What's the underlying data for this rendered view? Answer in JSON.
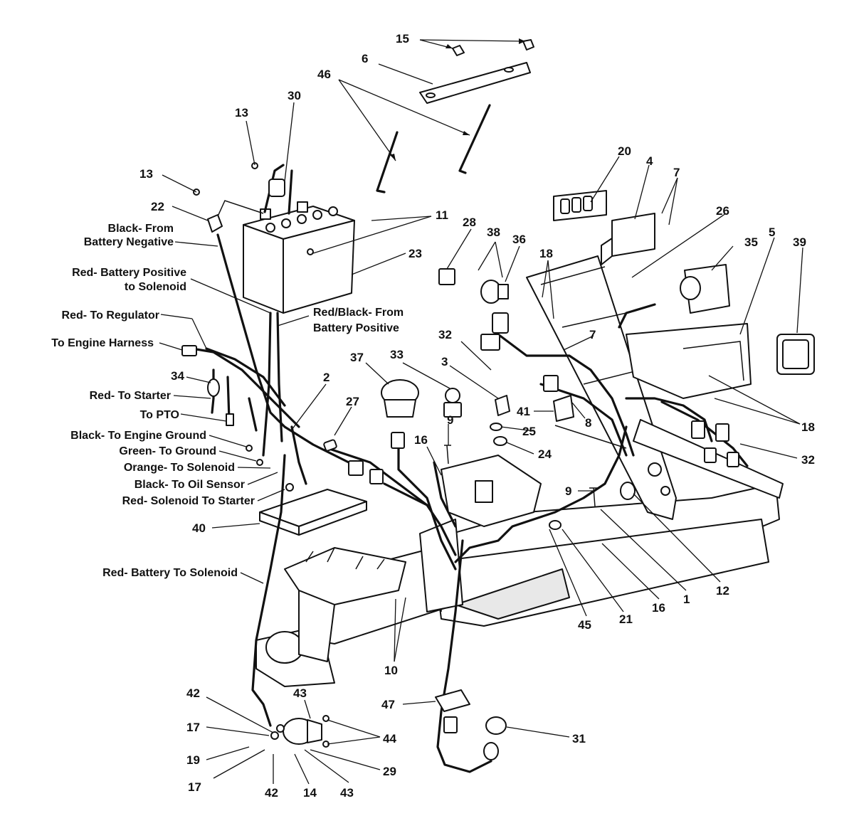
{
  "part_numbers": {
    "n15": "15",
    "n6": "6",
    "n46": "46",
    "n13a": "13",
    "n30": "30",
    "n13b": "13",
    "n22": "22",
    "n11": "11",
    "n23": "23",
    "n20": "20",
    "n4": "4",
    "n7a": "7",
    "n26": "26",
    "n35": "35",
    "n5": "5",
    "n39": "39",
    "n28": "28",
    "n38": "38",
    "n36": "36",
    "n18a": "18",
    "n7b": "7",
    "n32a": "32",
    "n3": "3",
    "n33": "33",
    "n37": "37",
    "n2": "2",
    "n34": "34",
    "n27": "27",
    "n41": "41",
    "n8": "8",
    "n9a": "9",
    "n25": "25",
    "n16a": "16",
    "n24": "24",
    "n18b": "18",
    "n32b": "32",
    "n9b": "9",
    "n12": "12",
    "n1": "1",
    "n16b": "16",
    "n21": "21",
    "n45": "45",
    "n40": "40",
    "n10": "10",
    "n47": "47",
    "n31": "31",
    "n42a": "42",
    "n43a": "43",
    "n17a": "17",
    "n44": "44",
    "n19": "19",
    "n29": "29",
    "n17b": "17",
    "n42b": "42",
    "n14": "14",
    "n43b": "43"
  },
  "wire_labels": {
    "black_neg_1": "Black- From",
    "black_neg_2": "Battery Negative",
    "red_pos_sol_1": "Red- Battery Positive",
    "red_pos_sol_2": "to Solenoid",
    "red_black_1": "Red/Black- From",
    "red_black_2": "Battery Positive",
    "red_regulator": "Red- To Regulator",
    "engine_harness": "To Engine Harness",
    "red_starter": "Red- To Starter",
    "to_pto": "To PTO",
    "black_engine_ground": "Black- To Engine Ground",
    "green_ground": "Green- To Ground",
    "orange_solenoid": "Orange- To Solenoid",
    "black_oil_sensor": "Black- To Oil Sensor",
    "red_sol_starter": "Red- Solenoid To Starter",
    "red_batt_sol": "Red- Battery To Solenoid"
  }
}
